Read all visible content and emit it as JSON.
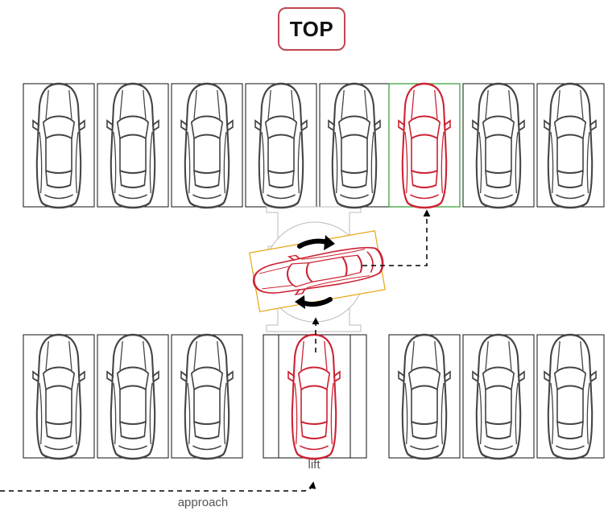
{
  "title": "TOP",
  "labels": {
    "lift": "lift",
    "approach": "approach"
  },
  "colors": {
    "target_spot_border": "#2e9a2e",
    "turntable_box_border": "#e8a317",
    "title_border": "#c0464f",
    "highlight_car": "#cc2233",
    "parked_car": "#444444"
  },
  "parking": {
    "top_row_spots": 8,
    "bottom_row_spots": 7,
    "target_spot": "top row, spot 6",
    "lift_spot": "bottom row, spot 4"
  },
  "icons": [
    "car-icon",
    "rotation-arrow-icon",
    "dashed-arrow-icon"
  ]
}
